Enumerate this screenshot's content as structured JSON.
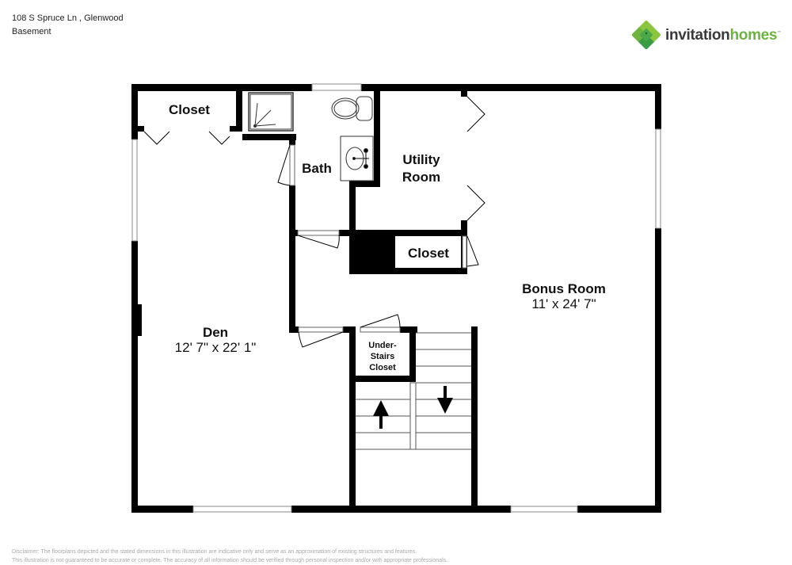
{
  "header": {
    "address": "108 S Spruce Ln , Glenwood",
    "floor": "Basement"
  },
  "logo": {
    "icon": "clover-logo-icon",
    "word1": "invitation",
    "word2": "homes",
    "colors": {
      "dark": "#3a3a3a",
      "green": "#6cb33f",
      "mark_light": "#8cc63f",
      "mark_dark": "#3a9b45"
    }
  },
  "rooms": {
    "closet_top_left": {
      "name": "Closet"
    },
    "bath": {
      "name": "Bath"
    },
    "utility": {
      "name_line1": "Utility",
      "name_line2": "Room"
    },
    "closet_mid": {
      "name": "Closet"
    },
    "den": {
      "name": "Den",
      "dims": "12' 7\" x 22' 1\""
    },
    "bonus": {
      "name": "Bonus Room",
      "dims": "11' x 24' 7\""
    },
    "under_stairs": {
      "line1": "Under-",
      "line2": "Stairs",
      "line3": "Closet"
    }
  },
  "stairs": {
    "up_icon": "arrow-up-icon",
    "down_icon": "arrow-down-icon"
  },
  "disclaimer": {
    "line1": "Disclaimer: The floorplans depicted and the stated dimensions in this illustration are indicative only and serve as an approximation of existing structures and features.",
    "line2": "This illustration is not guaranteed to be accurate or complete. The accuracy of all information should be verified through personal inspection and/or with appropriate professionals."
  }
}
